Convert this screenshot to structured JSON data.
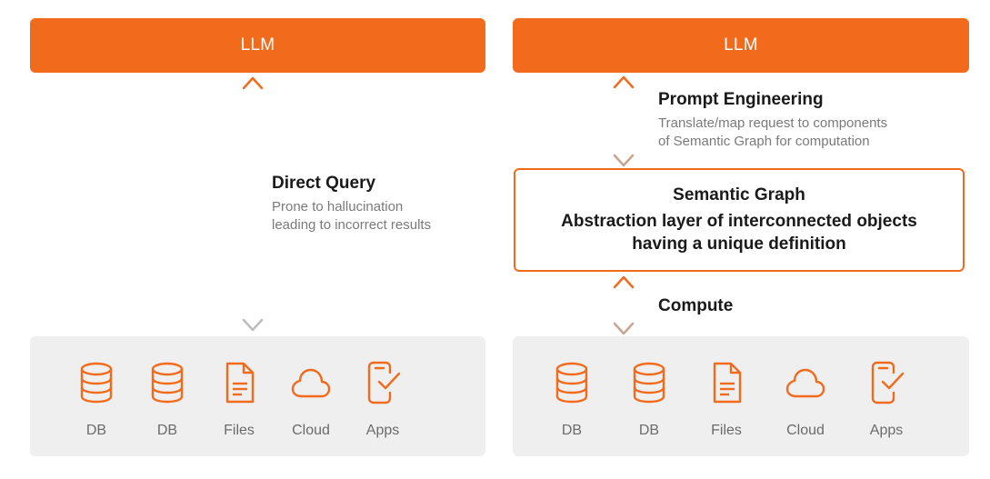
{
  "colors": {
    "accent": "#f26b1d",
    "panel": "#efefef",
    "arrow_gray": "#b5b5b5",
    "arrow_tan": "#c9a48e"
  },
  "left": {
    "llm_label": "LLM",
    "connection": {
      "title": "Direct Query",
      "description_lines": [
        "Prone to hallucination",
        "leading to incorrect results"
      ]
    },
    "sources": [
      {
        "label": "DB",
        "icon": "database-icon"
      },
      {
        "label": "DB",
        "icon": "database-icon"
      },
      {
        "label": "Files",
        "icon": "file-icon"
      },
      {
        "label": "Cloud",
        "icon": "cloud-icon"
      },
      {
        "label": "Apps",
        "icon": "phone-check-icon"
      }
    ]
  },
  "right": {
    "llm_label": "LLM",
    "prompt": {
      "title": "Prompt Engineering",
      "description_lines": [
        "Translate/map request to components",
        "of Semantic Graph for computation"
      ]
    },
    "semantic_graph": {
      "title": "Semantic Graph",
      "description_lines": [
        "Abstraction layer of interconnected objects",
        "having a unique definition"
      ]
    },
    "compute": {
      "title": "Compute"
    },
    "sources": [
      {
        "label": "DB",
        "icon": "database-icon"
      },
      {
        "label": "DB",
        "icon": "database-icon"
      },
      {
        "label": "Files",
        "icon": "file-icon"
      },
      {
        "label": "Cloud",
        "icon": "cloud-icon"
      },
      {
        "label": "Apps",
        "icon": "phone-check-icon"
      }
    ]
  }
}
